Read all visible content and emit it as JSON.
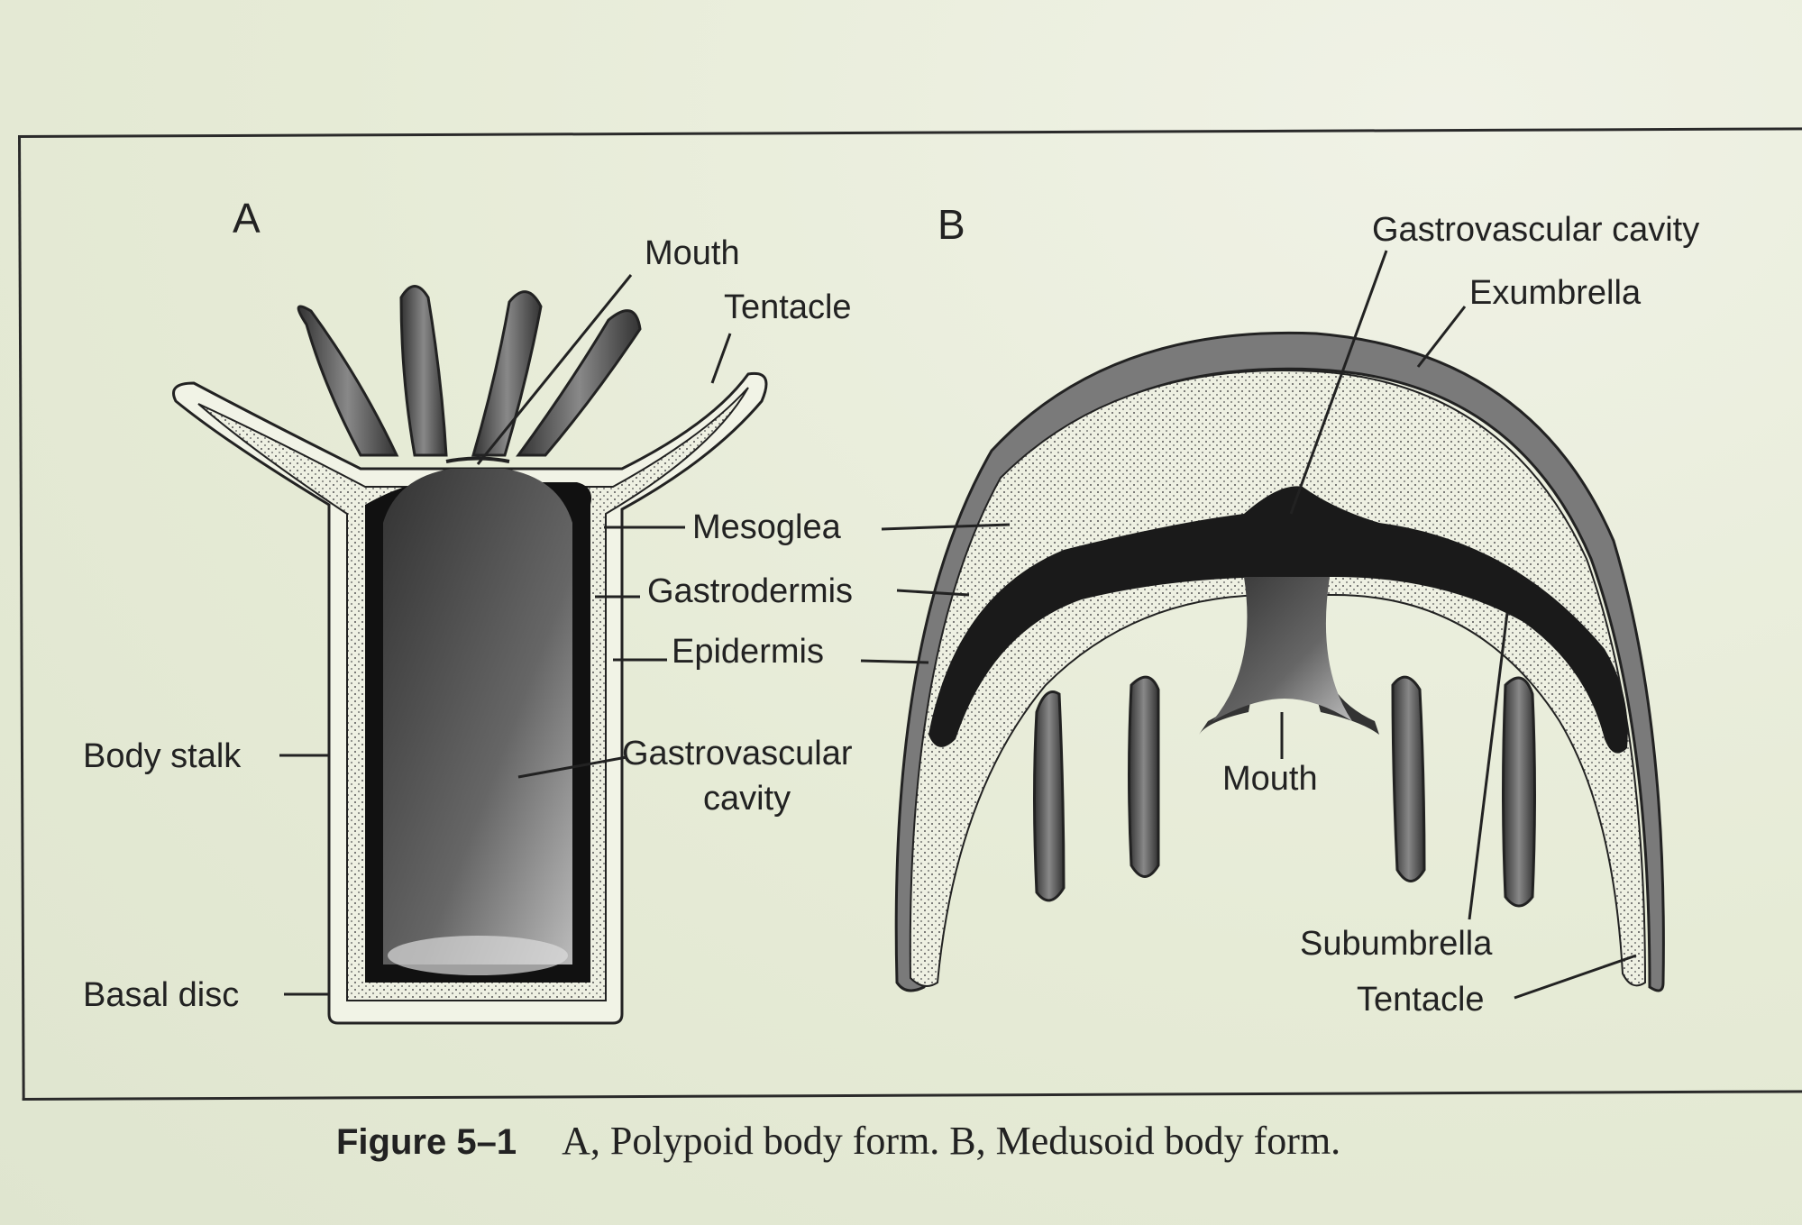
{
  "figure": {
    "number": "Figure 5–1",
    "caption": "A, Polypoid body form. B, Medusoid body form."
  },
  "panel_a": {
    "letter": "A",
    "labels": {
      "mouth": "Mouth",
      "tentacle": "Tentacle",
      "mesoglea": "Mesoglea",
      "gastrodermis": "Gastrodermis",
      "epidermis": "Epidermis",
      "body_stalk": "Body stalk",
      "gastrovascular_cavity_1": "Gastrovascular",
      "gastrovascular_cavity_2": "cavity",
      "basal_disc": "Basal disc"
    }
  },
  "panel_b": {
    "letter": "B",
    "labels": {
      "gastrovascular_cavity": "Gastrovascular cavity",
      "exumbrella": "Exumbrella",
      "mouth": "Mouth",
      "subumbrella": "Subumbrella",
      "tentacle": "Tentacle"
    }
  }
}
